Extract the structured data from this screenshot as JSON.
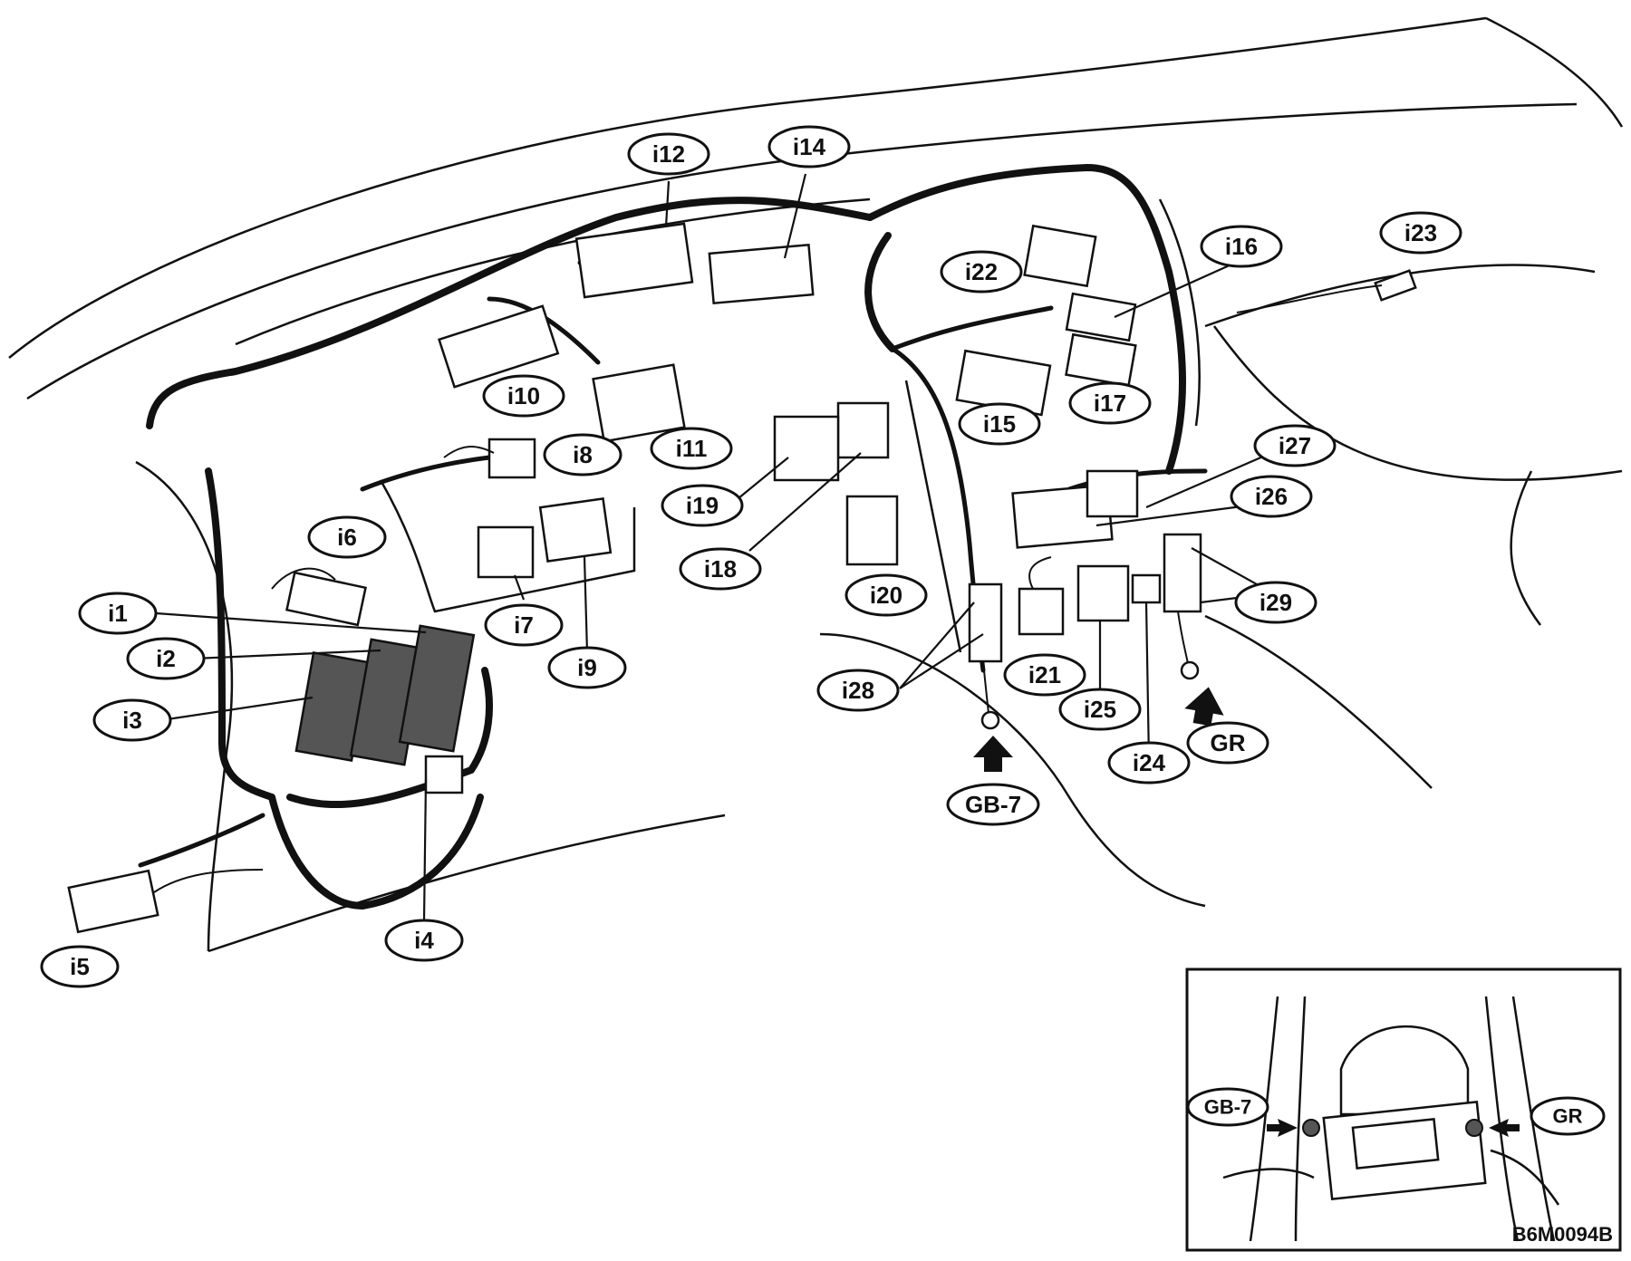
{
  "callouts": {
    "i1": "i1",
    "i2": "i2",
    "i3": "i3",
    "i4": "i4",
    "i5": "i5",
    "i6": "i6",
    "i7": "i7",
    "i8": "i8",
    "i9": "i9",
    "i10": "i10",
    "i11": "i11",
    "i12": "i12",
    "i14": "i14",
    "i15": "i15",
    "i16": "i16",
    "i17": "i17",
    "i18": "i18",
    "i19": "i19",
    "i20": "i20",
    "i21": "i21",
    "i22": "i22",
    "i23": "i23",
    "i24": "i24",
    "i25": "i25",
    "i26": "i26",
    "i27": "i27",
    "i28": "i28",
    "i29": "i29"
  },
  "grounds": {
    "gb7": "GB-7",
    "gr": "GR"
  },
  "inset": {
    "gb7": "GB-7",
    "gr": "GR"
  },
  "figure_code": "B6M0094B"
}
